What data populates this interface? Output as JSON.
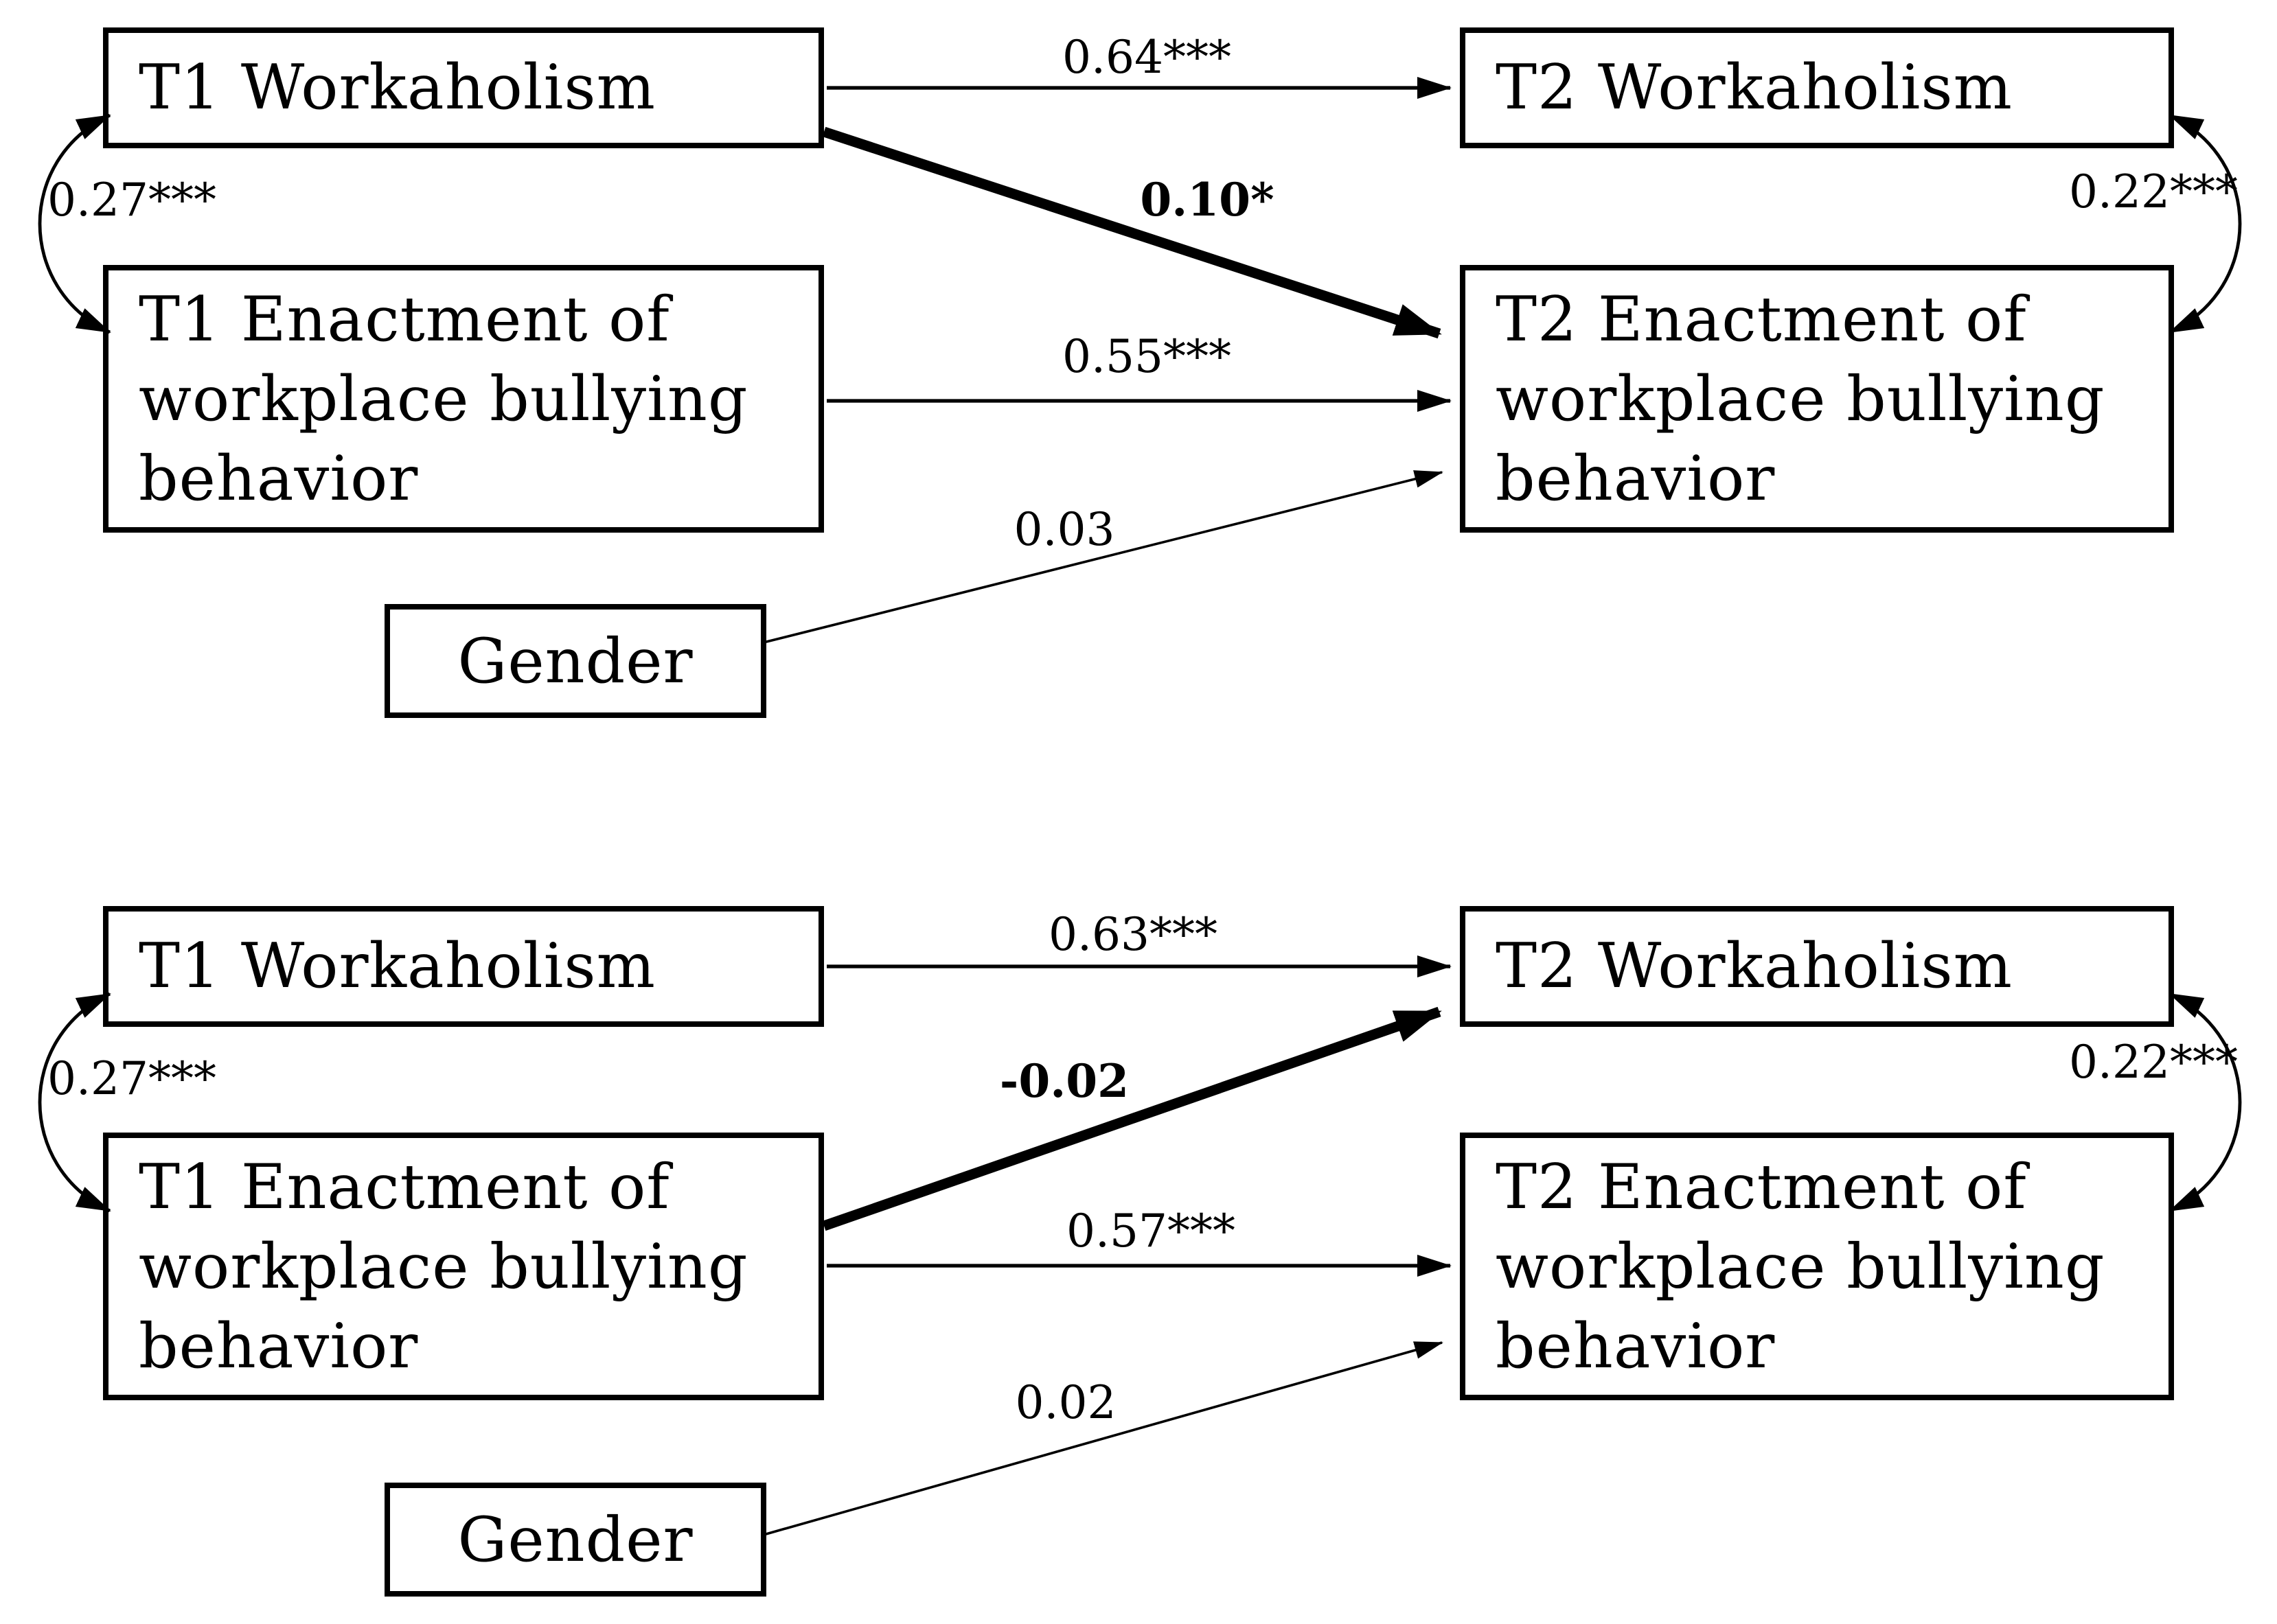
{
  "background_color": "#ffffff",
  "ink_color": "#000000",
  "panel_a": {
    "boxes": {
      "t1_workaholism": "T1 Workaholism",
      "t2_workaholism": "T2 Workaholism",
      "t1_enactment": "T1 Enactment of\nworkplace bullying\nbehavior",
      "t2_enactment": "T2 Enactment of\nworkplace bullying\nbehavior",
      "gender": "Gender"
    },
    "coefficients": {
      "t1w_to_t2w": "0.64***",
      "t1w_to_t2e": "0.10*",
      "t1e_to_t2e": "0.55***",
      "gender_to_t2e": "0.03",
      "t1_covariance": "0.27***",
      "t2_covariance": "0.22***"
    }
  },
  "panel_b": {
    "boxes": {
      "t1_workaholism": "T1 Workaholism",
      "t2_workaholism": "T2 Workaholism",
      "t1_enactment": "T1 Enactment of\nworkplace bullying\nbehavior",
      "t2_enactment": "T2 Enactment of\nworkplace bullying\nbehavior",
      "gender": "Gender"
    },
    "coefficients": {
      "t1w_to_t2w": "0.63***",
      "t1e_to_t2w": "-0.02",
      "t1e_to_t2e": "0.57***",
      "gender_to_t2e": "0.02",
      "t1_covariance": "0.27***",
      "t2_covariance": "0.22***"
    }
  }
}
